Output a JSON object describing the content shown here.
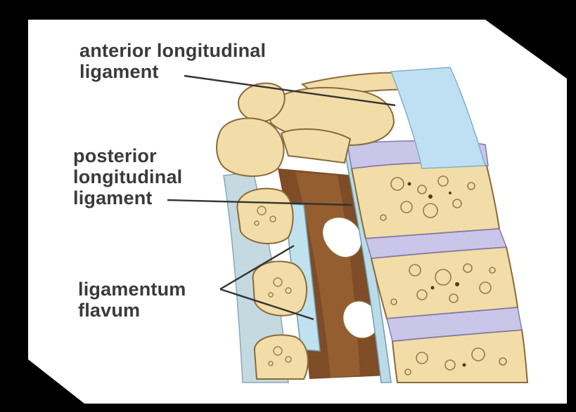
{
  "labels": {
    "anterior": {
      "line1": "anterior longitudinal",
      "line2": "ligament"
    },
    "posterior": {
      "line1": "posterior",
      "line2": "longitudinal",
      "line3": "ligament"
    },
    "flavum": {
      "line1": "ligamentum",
      "line2": "flavum"
    }
  },
  "colors": {
    "background": "#000000",
    "panel": "#ffffff",
    "bone": "#f2dca8",
    "bone_outline": "#8a6a3a",
    "disc": "#c9c6ea",
    "anterior_ligament": "#bfe0f2",
    "posterior_ligament": "#b8d8e6",
    "canal": "#7a4a24",
    "label_text": "#3a3a3a",
    "leader_line": "#333333"
  }
}
